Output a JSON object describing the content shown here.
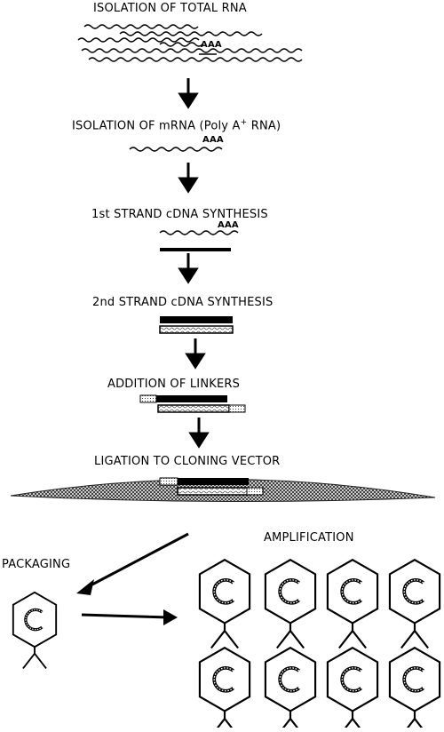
{
  "steps": {
    "total_rna": "ISOLATION OF TOTAL RNA",
    "mrna": "ISOLATION OF mRNA (Poly A",
    "mrna_sup": "+",
    "mrna_tail": " RNA)",
    "first_strand": "1st STRAND cDNA SYNTHESIS",
    "second_strand": "2nd STRAND cDNA SYNTHESIS",
    "linkers": "ADDITION OF LINKERS",
    "ligation": "LIGATION TO CLONING VECTOR",
    "packaging": "PACKAGING",
    "amplification": "AMPLIFICATION"
  },
  "polya_label": "AAA"
}
